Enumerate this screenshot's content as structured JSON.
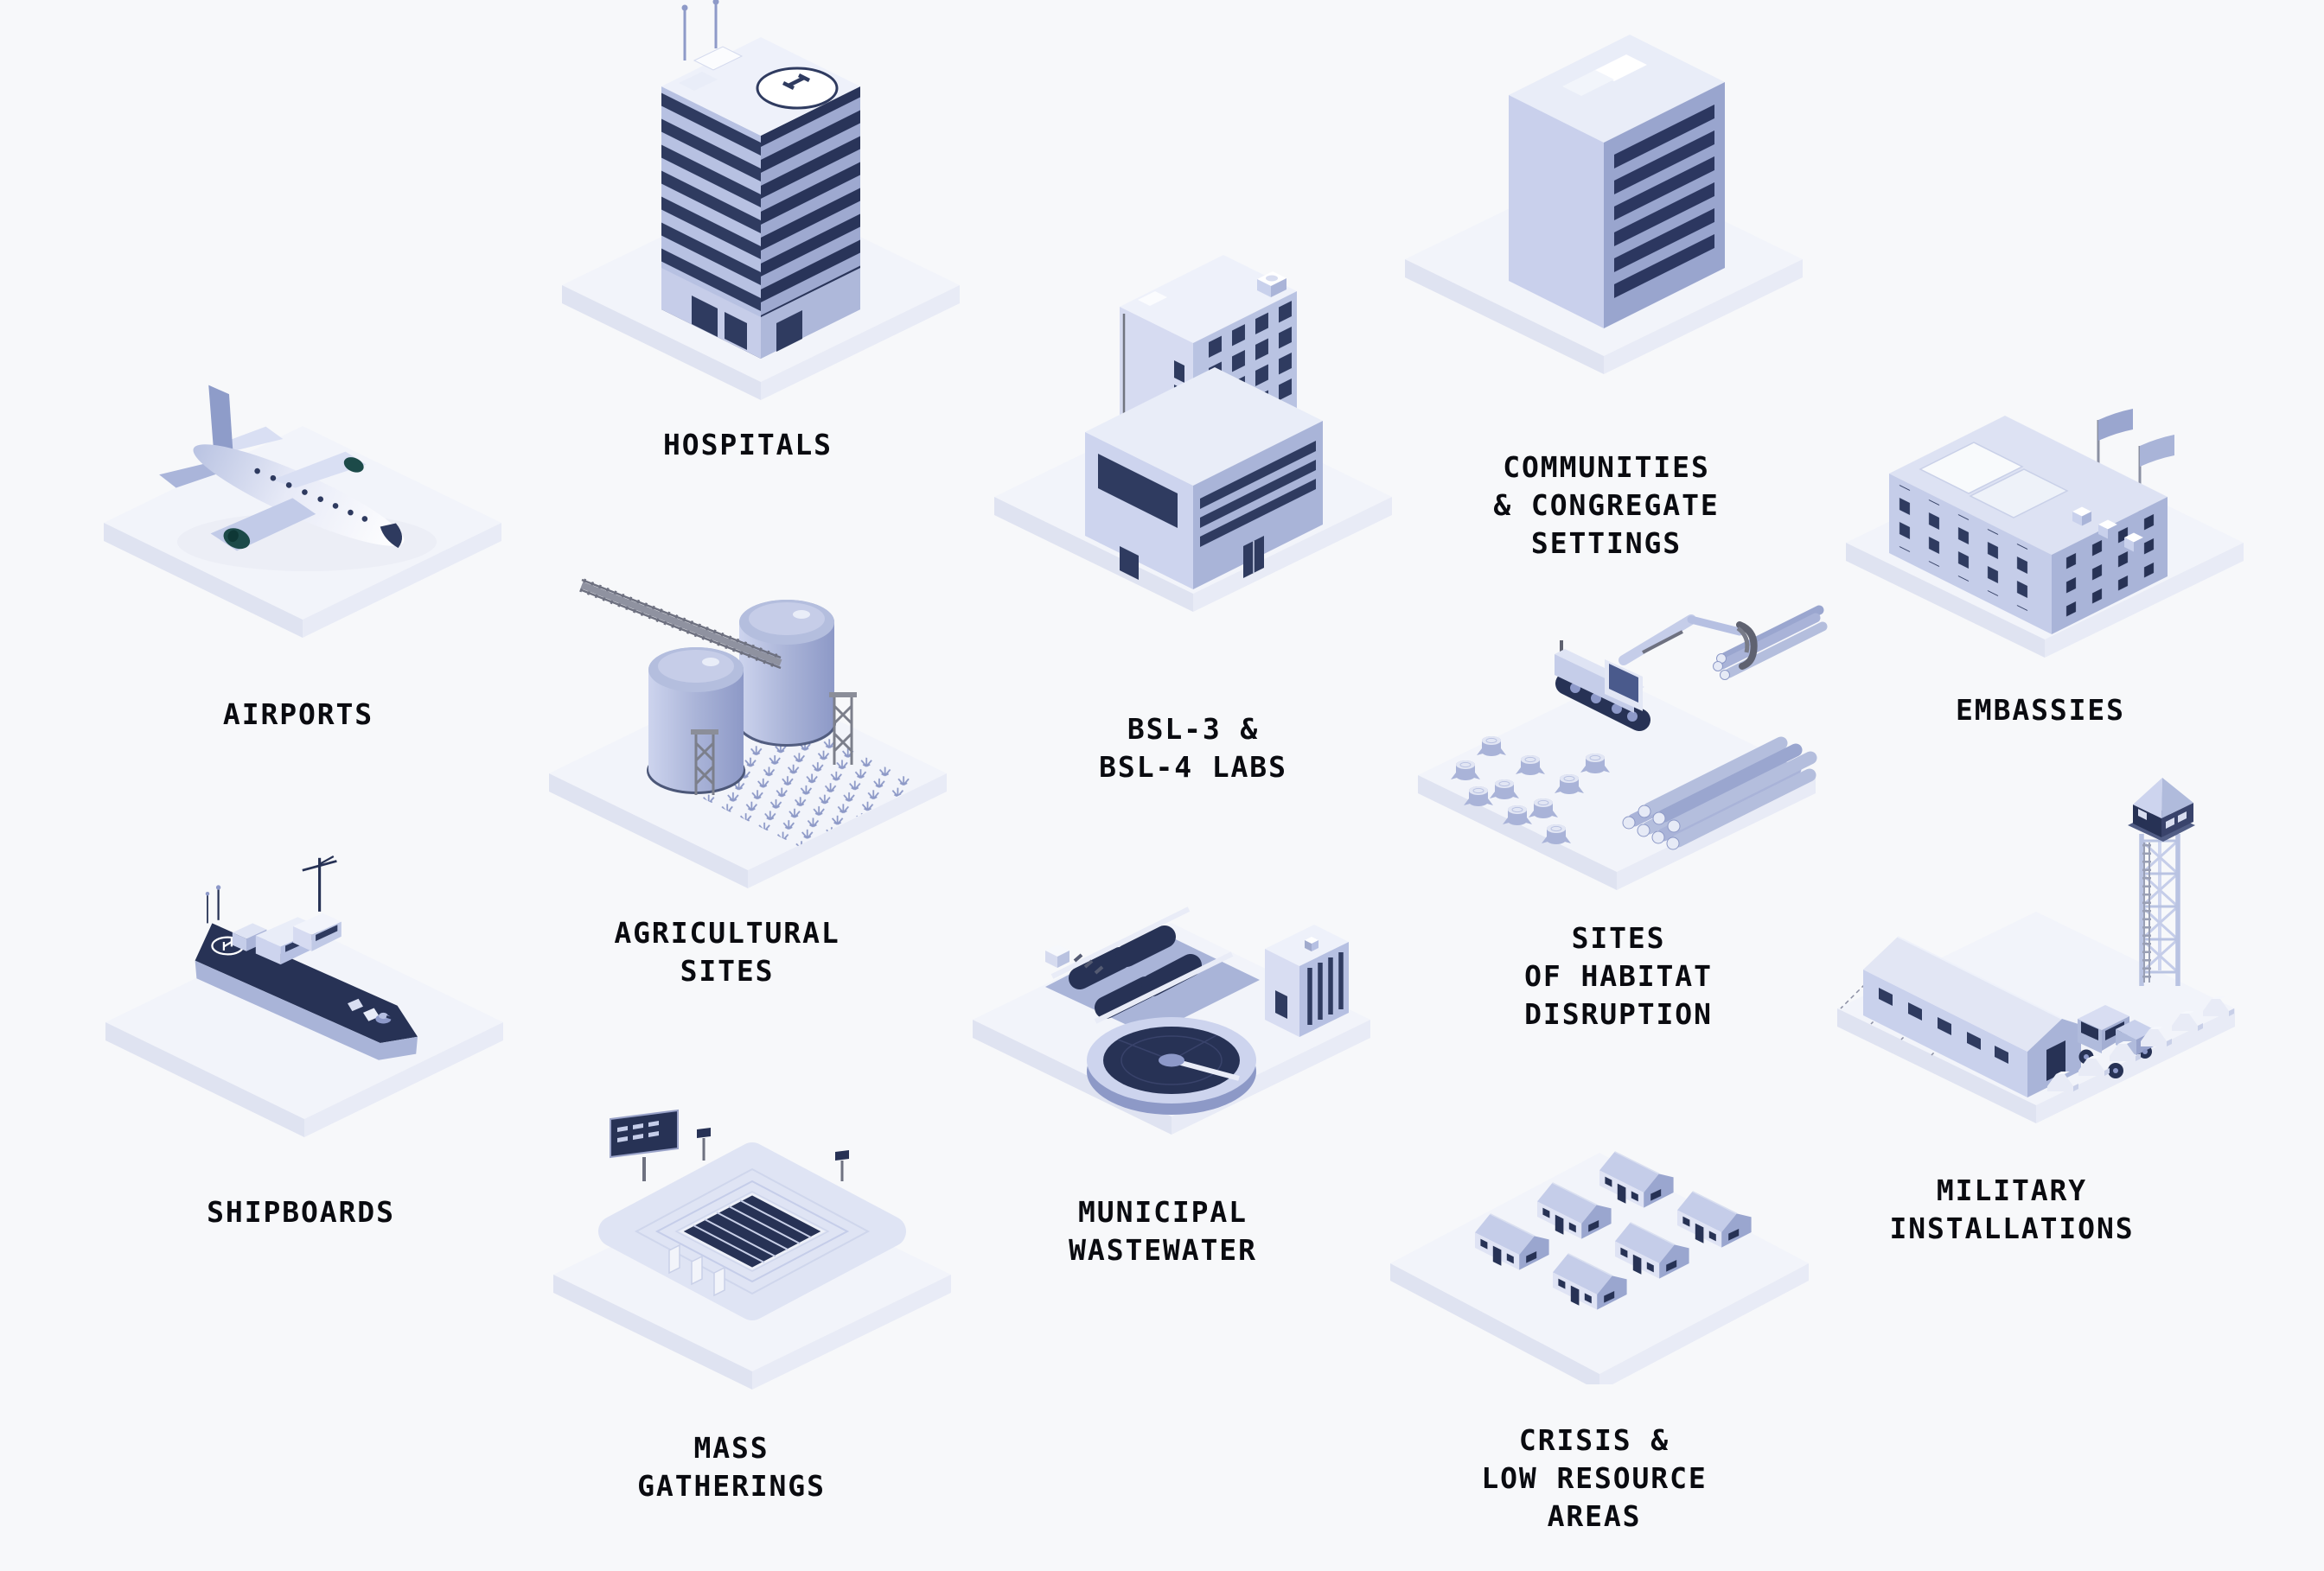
{
  "figure": {
    "background": "#f7f8fa",
    "text_color": "#0a0b10",
    "platform_top": "#f2f4fa",
    "platform_side": "#e2e6f3",
    "navy": "#2e3a5f",
    "lavender": "#aab4d8",
    "lavender_light": "#dfe3f4",
    "engine_teal": "#1c4a49"
  },
  "sites": [
    {
      "id": "airports",
      "label": "AIRPORTS",
      "icon": "airplane-icon"
    },
    {
      "id": "hospitals",
      "label": "HOSPITALS",
      "icon": "hospital-tower-icon"
    },
    {
      "id": "bsl-labs",
      "label": "BSL-3 &\nBSL-4 LABS",
      "icon": "laboratory-building-icon"
    },
    {
      "id": "communities",
      "label": "COMMUNITIES\n& CONGREGATE\nSETTINGS",
      "icon": "apartment-block-icon"
    },
    {
      "id": "embassies",
      "label": "EMBASSIES",
      "icon": "embassy-building-icon"
    },
    {
      "id": "agricultural-sites",
      "label": "AGRICULTURAL\nSITES",
      "icon": "grain-silos-crops-icon"
    },
    {
      "id": "habitat-disruption",
      "label": "SITES\nOF HABITAT\nDISRUPTION",
      "icon": "logging-harvester-icon"
    },
    {
      "id": "shipboards",
      "label": "SHIPBOARDS",
      "icon": "naval-ship-icon"
    },
    {
      "id": "municipal-wastewater",
      "label": "MUNICIPAL\nWASTEWATER",
      "icon": "wastewater-plant-icon"
    },
    {
      "id": "military-installations",
      "label": "MILITARY\nINSTALLATIONS",
      "icon": "military-base-icon"
    },
    {
      "id": "mass-gatherings",
      "label": "MASS\nGATHERINGS",
      "icon": "stadium-icon"
    },
    {
      "id": "crisis-low-resource",
      "label": "CRISIS &\nLOW RESOURCE\nAREAS",
      "icon": "tent-camp-icon"
    }
  ]
}
